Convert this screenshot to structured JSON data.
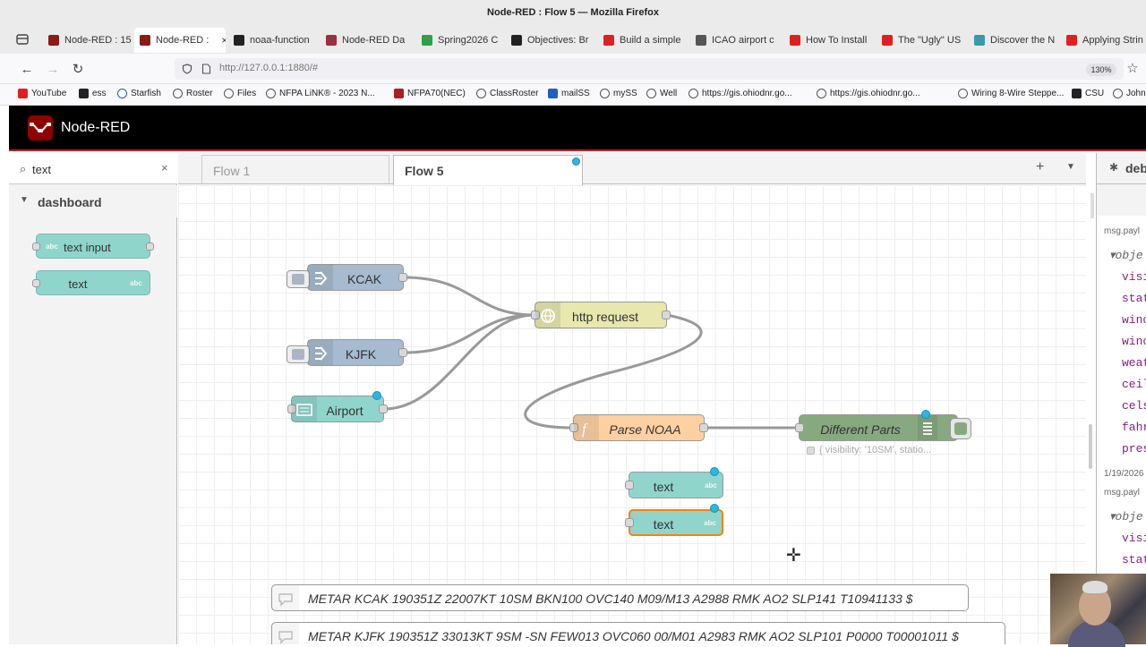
{
  "window": {
    "title": "Node-RED : Flow 5 — Mozilla Firefox"
  },
  "browser_tabs": [
    {
      "label": "Node-RED : 15",
      "color": "#8b1a1a"
    },
    {
      "label": "Node-RED :",
      "color": "#8b1a1a",
      "active": true,
      "close": "×"
    },
    {
      "label": "noaa-function",
      "color": "#222222"
    },
    {
      "label": "Node-RED Da",
      "color": "#9a3040"
    },
    {
      "label": "Spring2026 C",
      "color": "#2ea04a"
    },
    {
      "label": "Objectives: Br",
      "color": "#222222"
    },
    {
      "label": "Build a simple",
      "color": "#e02020"
    },
    {
      "label": "ICAO airport c",
      "color": "#555555"
    },
    {
      "label": "How To Install",
      "color": "#e02020"
    },
    {
      "label": "The \"Ugly\" US",
      "color": "#e02020"
    },
    {
      "label": "Discover the N",
      "color": "#3a9aa8"
    },
    {
      "label": "Applying Strin",
      "color": "#e02020"
    }
  ],
  "nav": {
    "url": "http://127.0.0.1:1880/#",
    "zoom": "130%",
    "back": "←",
    "forward": "→",
    "reload": "↻",
    "star": "☆"
  },
  "bookmarks": [
    {
      "label": "YouTube",
      "color": "#e02020",
      "square": true
    },
    {
      "label": "ess",
      "color": "#222222",
      "square": true
    },
    {
      "label": "Starfish",
      "color": "#2060c0",
      "square": false
    },
    {
      "label": "Roster"
    },
    {
      "label": "Files"
    },
    {
      "label": "NFPA LiNK® - 2023 N..."
    },
    {
      "label": "NFPA70(NEC)",
      "color": "#aa2020",
      "square": true
    },
    {
      "label": "ClassRoster"
    },
    {
      "label": "mailSS",
      "color": "#2060c0",
      "square": true
    },
    {
      "label": "mySS"
    },
    {
      "label": "Well"
    },
    {
      "label": "https://gis.ohiodnr.go..."
    },
    {
      "label": "https://gis.ohiodnr.go..."
    },
    {
      "label": "Wiring 8-Wire Steppe..."
    },
    {
      "label": "CSU",
      "color": "#222222",
      "square": true
    },
    {
      "label": "John"
    }
  ],
  "nodered": {
    "title": "Node-RED"
  },
  "palette": {
    "search_value": "text",
    "search_icon": "⌕",
    "clear": "×",
    "category": "dashboard",
    "nodes": [
      {
        "label": "text input"
      },
      {
        "label": "text"
      }
    ]
  },
  "workspace": {
    "tabs": [
      {
        "label": "Flow 1"
      },
      {
        "label": "Flow 5",
        "active": true
      }
    ],
    "add": "+",
    "nodes": {
      "kcak": "KCAK",
      "kjfk": "KJFK",
      "airport": "Airport",
      "http": "http request",
      "parse": "Parse NOAA",
      "parts": "Different Parts",
      "parts_status": "{ visibility: '10SM', statio...",
      "text1": "text",
      "text2": "text"
    },
    "comments": [
      "METAR KCAK 190351Z 22007KT 10SM BKN100 OVC140 M09/M13 A2988 RMK AO2 SLP141 T10941133 $",
      "METAR KJFK 190351Z 33013KT 9SM -SN FEW013 OVC060 00/M01 A2983 RMK AO2 SLP101 P0000 T00001011 $"
    ],
    "colors": {
      "inject": "#a6bbcf",
      "http": "#e7e7ae",
      "function": "#fdd0a2",
      "debug": "#87a980",
      "ui_text": "#8fd5cc",
      "changed": "#2bb7e0",
      "selected": "#ff7f0e"
    }
  },
  "sidebar": {
    "tab_label": "deb",
    "tab_icon": "✱",
    "lines": [
      {
        "text": "msg.payl",
        "meta": true
      },
      {
        "text": "▾obje",
        "italic": true
      },
      {
        "text": "visi"
      },
      {
        "text": "stat"
      },
      {
        "text": "winc"
      },
      {
        "text": "winc"
      },
      {
        "text": "weat"
      },
      {
        "text": "ceil"
      },
      {
        "text": "celsi"
      },
      {
        "text": "fahr"
      },
      {
        "text": "pres"
      },
      {
        "text": "1/19/2026",
        "meta": true
      },
      {
        "text": "msg.payl",
        "meta": true
      },
      {
        "text": "▾obje",
        "italic": true
      },
      {
        "text": "visi"
      },
      {
        "text": "stat"
      }
    ]
  }
}
